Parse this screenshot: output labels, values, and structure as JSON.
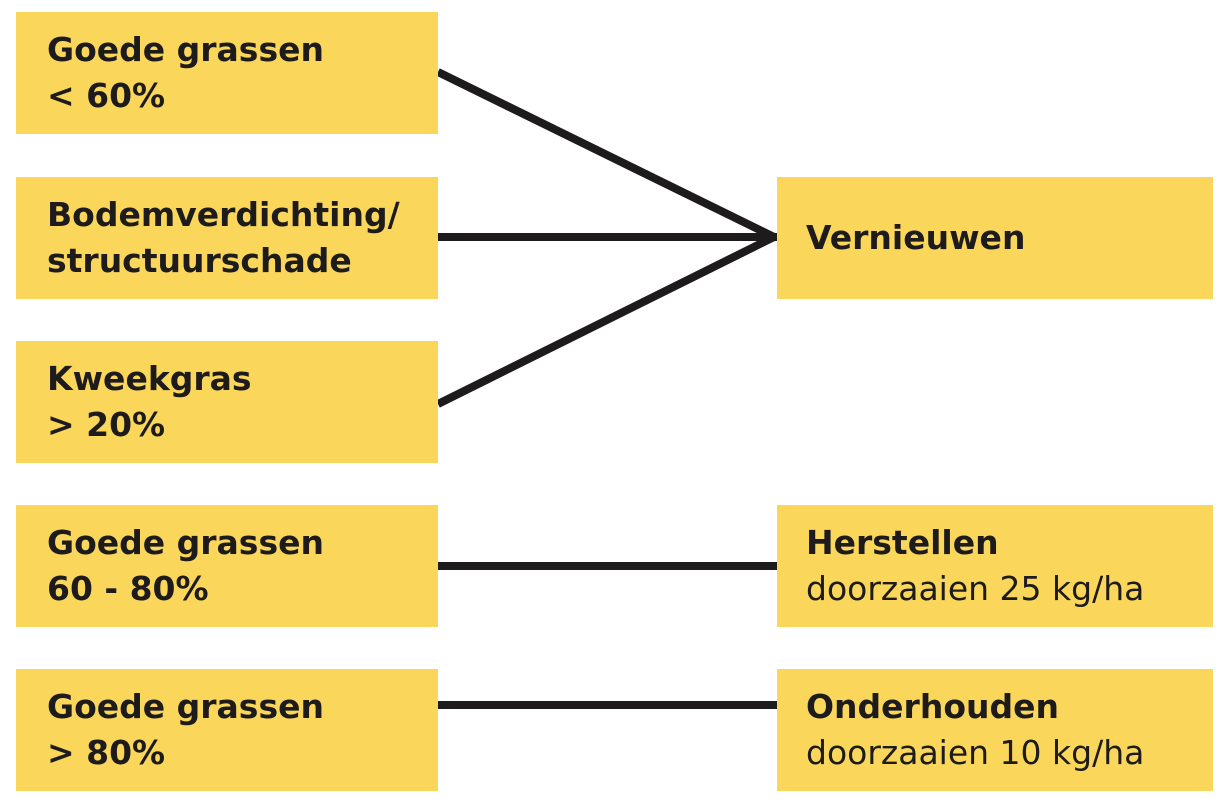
{
  "inputs": [
    {
      "line1": "Goede grassen",
      "line2": "< 60%"
    },
    {
      "line1": "Bodemverdichting/",
      "line2": "structuurschade"
    },
    {
      "line1": "Kweekgras",
      "line2": "> 20%"
    },
    {
      "line1": "Goede grassen",
      "line2": "60 - 80%"
    },
    {
      "line1": "Goede grassen",
      "line2": "> 80%"
    }
  ],
  "outcomes": [
    {
      "title": "Vernieuwen",
      "detail": ""
    },
    {
      "title": "Herstellen",
      "detail": "doorzaaien 25 kg/ha"
    },
    {
      "title": "Onderhouden",
      "detail": "doorzaaien 10 kg/ha"
    }
  ],
  "colors": {
    "box_fill": "#fad75a",
    "line": "#1d1b1c",
    "text": "#1d1b1c"
  }
}
